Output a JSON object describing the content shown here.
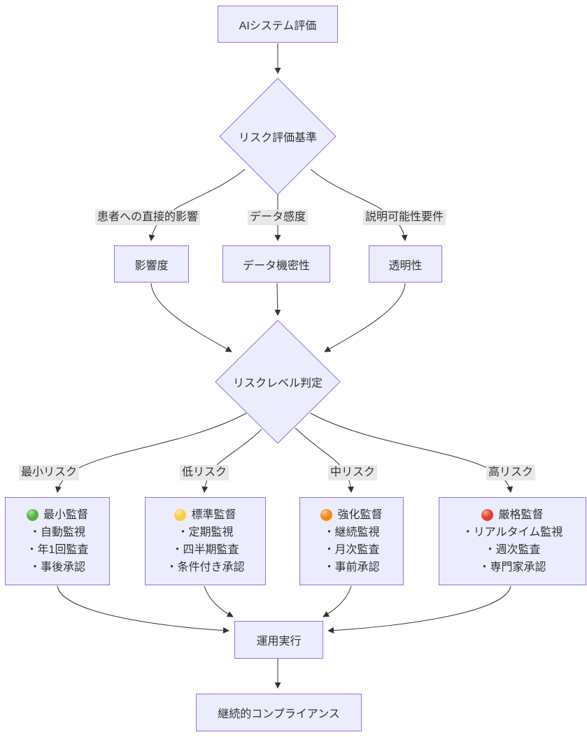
{
  "diagram": {
    "colors": {
      "node_fill": "#ECECFF",
      "node_border": "#9370DB",
      "line": "#333333",
      "text": "#333333",
      "edge_label_bg": "#e8e8e8"
    },
    "nodes": {
      "evaluation": {
        "label": "AIシステム評価"
      },
      "risk_criteria": {
        "label": "リスク評価基準",
        "shape": "diamond"
      },
      "impact": {
        "label": "影響度"
      },
      "data_confidentiality": {
        "label": "データ機密性"
      },
      "transparency": {
        "label": "透明性"
      },
      "risk_level": {
        "label": "リスクレベル判定",
        "shape": "diamond"
      },
      "minimal_oversight": {
        "title": "最小監督",
        "dot_color": "#54b33e",
        "items": [
          "・自動監視",
          "・年1回監査",
          "・事後承認"
        ]
      },
      "standard_oversight": {
        "title": "標準監督",
        "dot_color": "#fccd3a",
        "items": [
          "・定期監視",
          "・四半期監査",
          "・条件付き承認"
        ]
      },
      "enhanced_oversight": {
        "title": "強化監督",
        "dot_color": "#f8870f",
        "items": [
          "・継続監視",
          "・月次監査",
          "・事前承認"
        ]
      },
      "strict_oversight": {
        "title": "厳格監督",
        "dot_color": "#e83a2e",
        "items": [
          "・リアルタイム監視",
          "・週次監査",
          "・専門家承認"
        ]
      },
      "operation": {
        "label": "運用実行"
      },
      "compliance": {
        "label": "継続的コンプライアンス"
      }
    },
    "edge_labels": {
      "patient_impact": "患者への直接的影響",
      "data_sensitivity": "データ感度",
      "explainability": "説明可能性要件",
      "minimal_risk": "最小リスク",
      "low_risk": "低リスク",
      "medium_risk": "中リスク",
      "high_risk": "高リスク"
    },
    "edges": [
      {
        "from": "evaluation",
        "to": "risk_criteria",
        "label": ""
      },
      {
        "from": "risk_criteria",
        "to": "impact",
        "label": "患者への直接的影響"
      },
      {
        "from": "risk_criteria",
        "to": "data_confidentiality",
        "label": "データ感度"
      },
      {
        "from": "risk_criteria",
        "to": "transparency",
        "label": "説明可能性要件"
      },
      {
        "from": "impact",
        "to": "risk_level",
        "label": ""
      },
      {
        "from": "data_confidentiality",
        "to": "risk_level",
        "label": ""
      },
      {
        "from": "transparency",
        "to": "risk_level",
        "label": ""
      },
      {
        "from": "risk_level",
        "to": "minimal_oversight",
        "label": "最小リスク"
      },
      {
        "from": "risk_level",
        "to": "standard_oversight",
        "label": "低リスク"
      },
      {
        "from": "risk_level",
        "to": "enhanced_oversight",
        "label": "中リスク"
      },
      {
        "from": "risk_level",
        "to": "strict_oversight",
        "label": "高リスク"
      },
      {
        "from": "minimal_oversight",
        "to": "operation",
        "label": ""
      },
      {
        "from": "standard_oversight",
        "to": "operation",
        "label": ""
      },
      {
        "from": "enhanced_oversight",
        "to": "operation",
        "label": ""
      },
      {
        "from": "strict_oversight",
        "to": "operation",
        "label": ""
      },
      {
        "from": "operation",
        "to": "compliance",
        "label": ""
      }
    ]
  }
}
